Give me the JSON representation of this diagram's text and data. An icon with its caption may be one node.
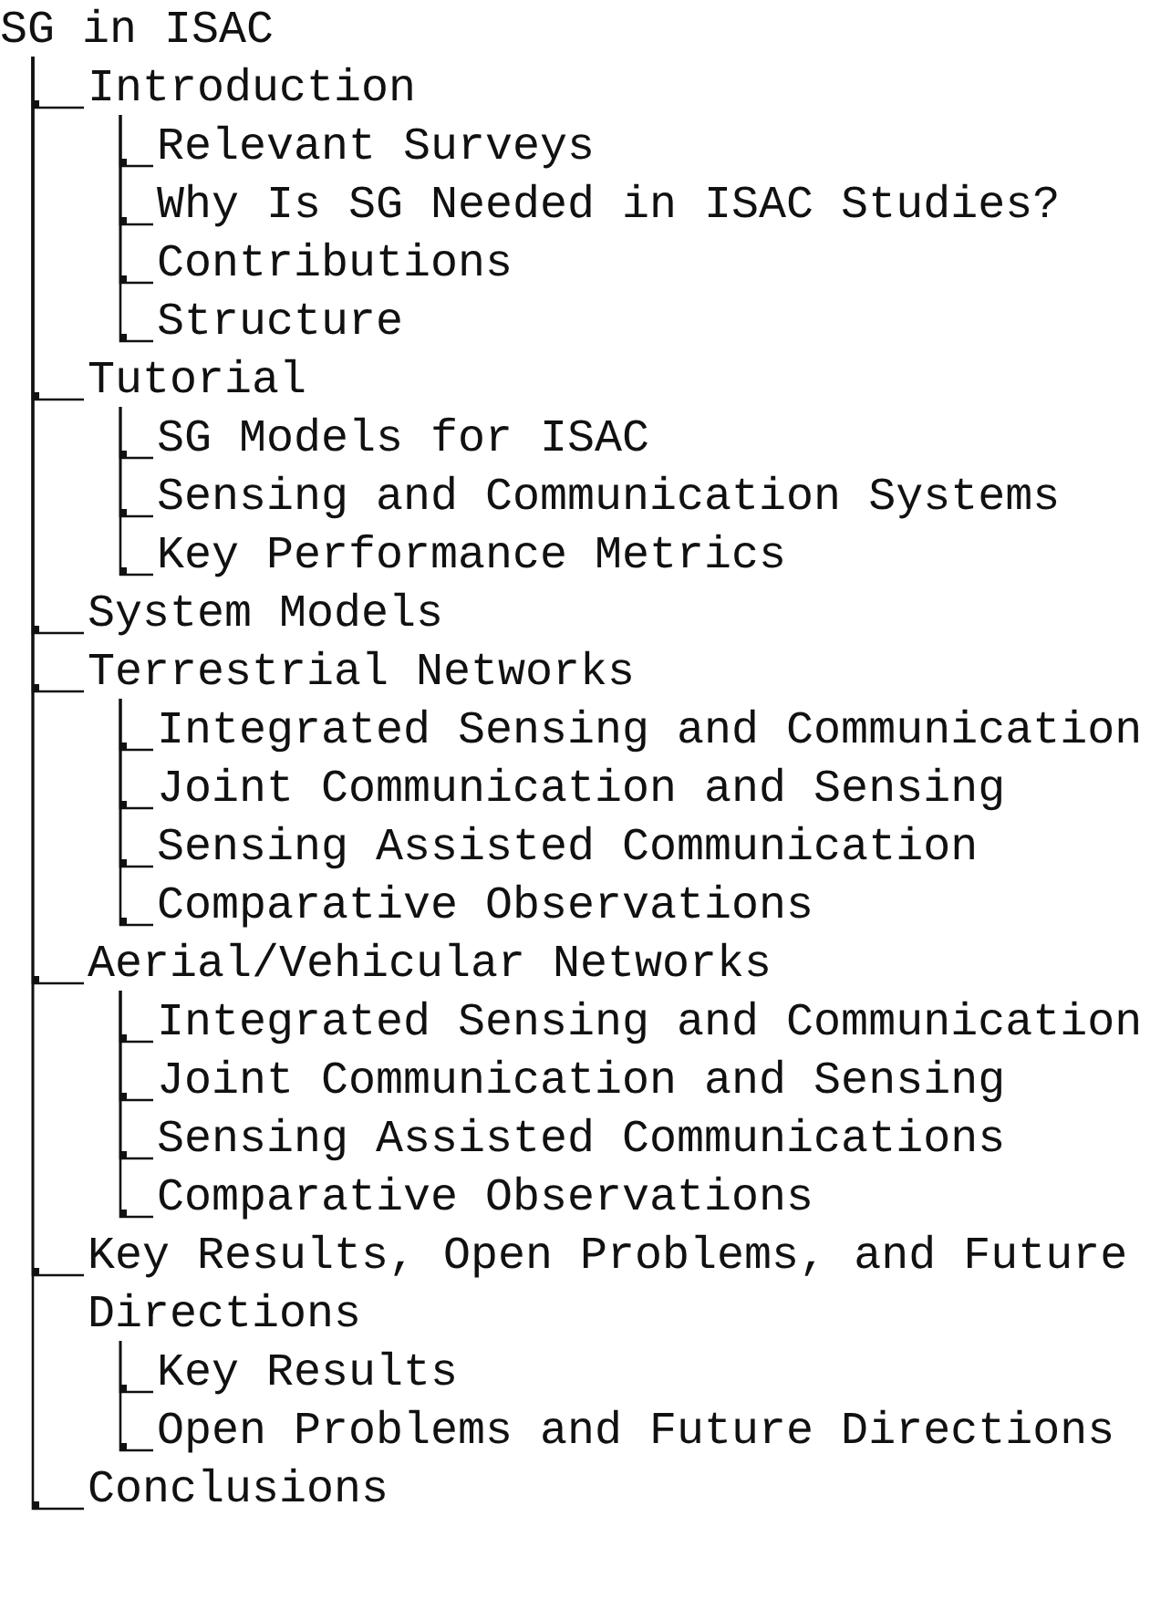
{
  "diagram": {
    "nodes": [
      {
        "text": [
          "SG in ISAC"
        ]
      },
      {
        "text": [
          "Introduction"
        ]
      },
      {
        "text": [
          "Relevant Surveys"
        ]
      },
      {
        "text": [
          "Why Is SG Needed in ISAC Studies?"
        ]
      },
      {
        "text": [
          "Contributions"
        ]
      },
      {
        "text": [
          "Structure"
        ]
      },
      {
        "text": [
          "Tutorial"
        ]
      },
      {
        "text": [
          "SG Models for ISAC"
        ]
      },
      {
        "text": [
          "Sensing and Communication Systems"
        ]
      },
      {
        "text": [
          "Key Performance Metrics"
        ]
      },
      {
        "text": [
          "System Models"
        ]
      },
      {
        "text": [
          "Terrestrial Networks"
        ]
      },
      {
        "text": [
          "Integrated Sensing and Communication"
        ]
      },
      {
        "text": [
          "Joint Communication and Sensing"
        ]
      },
      {
        "text": [
          "Sensing Assisted Communication"
        ]
      },
      {
        "text": [
          "Comparative Observations"
        ]
      },
      {
        "text": [
          "Aerial/Vehicular Networks"
        ]
      },
      {
        "text": [
          "Integrated Sensing and Communication"
        ]
      },
      {
        "text": [
          "Joint Communication and Sensing"
        ]
      },
      {
        "text": [
          "Sensing Assisted Communications"
        ]
      },
      {
        "text": [
          "Comparative Observations"
        ]
      },
      {
        "text": [
          "Key Results, Open Problems, and Future Directions"
        ]
      },
      {
        "text": [
          "Key Results"
        ]
      },
      {
        "text": [
          "Open Problems and Future Directions"
        ]
      },
      {
        "text": [
          "Conclusions"
        ]
      }
    ],
    "edges": [
      {
        "from": 0,
        "to": 1,
        "arrow": "none"
      },
      {
        "from": 1,
        "to": 2,
        "arrow": "none"
      },
      {
        "from": 1,
        "to": 3,
        "arrow": "none"
      },
      {
        "from": 1,
        "to": 4,
        "arrow": "none"
      },
      {
        "from": 1,
        "to": 5,
        "arrow": "none"
      },
      {
        "from": 0,
        "to": 6,
        "arrow": "none"
      },
      {
        "from": 6,
        "to": 7,
        "arrow": "none"
      },
      {
        "from": 6,
        "to": 8,
        "arrow": "none"
      },
      {
        "from": 6,
        "to": 9,
        "arrow": "none"
      },
      {
        "from": 0,
        "to": 10,
        "arrow": "none"
      },
      {
        "from": 0,
        "to": 11,
        "arrow": "none"
      },
      {
        "from": 11,
        "to": 12,
        "arrow": "none"
      },
      {
        "from": 11,
        "to": 13,
        "arrow": "none"
      },
      {
        "from": 11,
        "to": 14,
        "arrow": "none"
      },
      {
        "from": 11,
        "to": 15,
        "arrow": "none"
      },
      {
        "from": 0,
        "to": 16,
        "arrow": "none"
      },
      {
        "from": 16,
        "to": 17,
        "arrow": "none"
      },
      {
        "from": 16,
        "to": 18,
        "arrow": "none"
      },
      {
        "from": 16,
        "to": 19,
        "arrow": "none"
      },
      {
        "from": 16,
        "to": 20,
        "arrow": "none"
      },
      {
        "from": 0,
        "to": 21,
        "arrow": "none"
      },
      {
        "from": 21,
        "to": 22,
        "arrow": "none"
      },
      {
        "from": 21,
        "to": 23,
        "arrow": "none"
      },
      {
        "from": 0,
        "to": 24,
        "arrow": "none"
      }
    ]
  }
}
